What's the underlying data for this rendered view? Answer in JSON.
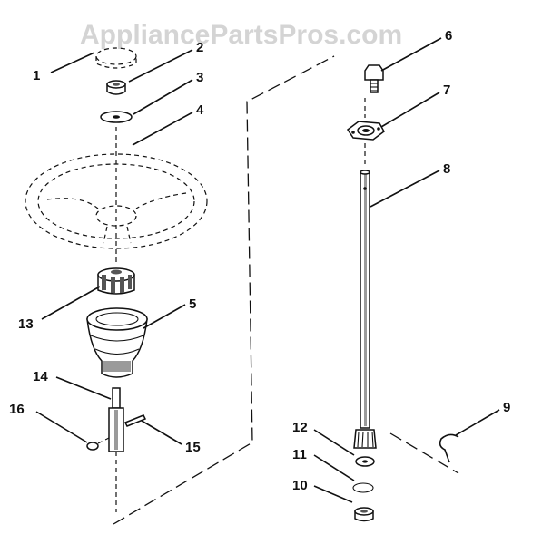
{
  "watermark": "AppliancePartsPros.com",
  "callouts": {
    "c1": "1",
    "c2": "2",
    "c3": "3",
    "c4": "4",
    "c5": "5",
    "c6": "6",
    "c7": "7",
    "c8": "8",
    "c9": "9",
    "c10": "10",
    "c11": "11",
    "c12": "12",
    "c13": "13",
    "c14": "14",
    "c15": "15",
    "c16": "16"
  },
  "colors": {
    "ink": "#111111",
    "watermark": "#d4d4d4",
    "background": "#ffffff"
  }
}
